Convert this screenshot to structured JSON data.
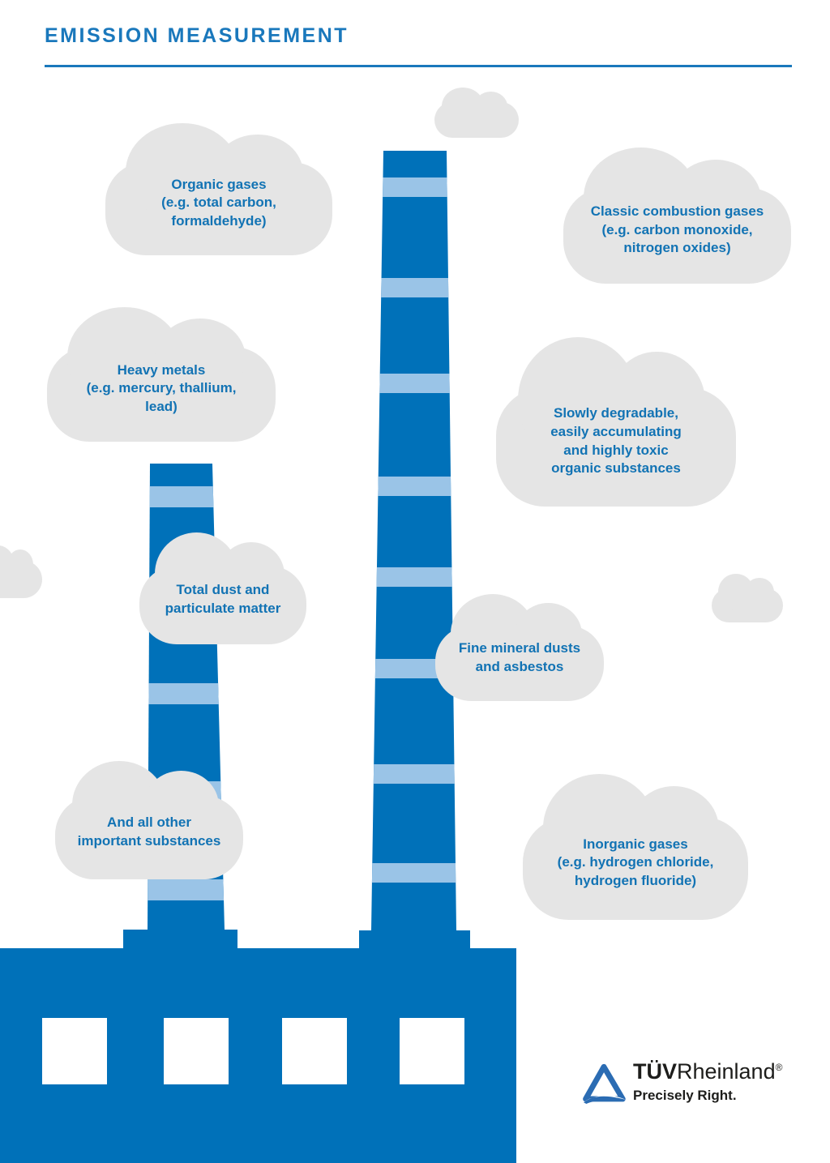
{
  "title": "EMISSION MEASUREMENT",
  "clouds": {
    "organic": {
      "label": "Organic gases\n(e.g. total carbon,\nformaldehyde)"
    },
    "classic": {
      "label": "Classic combustion gases\n(e.g. carbon monoxide,\nnitrogen oxides)"
    },
    "heavy": {
      "label": "Heavy metals\n(e.g. mercury, thallium,\nlead)"
    },
    "slowly": {
      "label": "Slowly degradable,\neasily accumulating\nand highly toxic\norganic substances"
    },
    "total_dust": {
      "label": "Total dust and\nparticulate matter"
    },
    "fine_mineral": {
      "label": "Fine mineral dusts\nand asbestos"
    },
    "all_other": {
      "label": "And all other\nimportant substances"
    },
    "inorganic": {
      "label": "Inorganic gases\n(e.g. hydrogen chloride,\nhydrogen fluoride)"
    }
  },
  "logo": {
    "brand_bold": "TÜV",
    "brand_regular": "Rheinland",
    "registered": "®",
    "tagline": "Precisely Right."
  },
  "colors": {
    "primary_blue": "#0071b9",
    "stripe_blue": "#9ac4e7",
    "cloud_gray": "#e5e5e5",
    "cloud_text_blue": "#1273b4",
    "title_blue": "#1a78bc"
  }
}
